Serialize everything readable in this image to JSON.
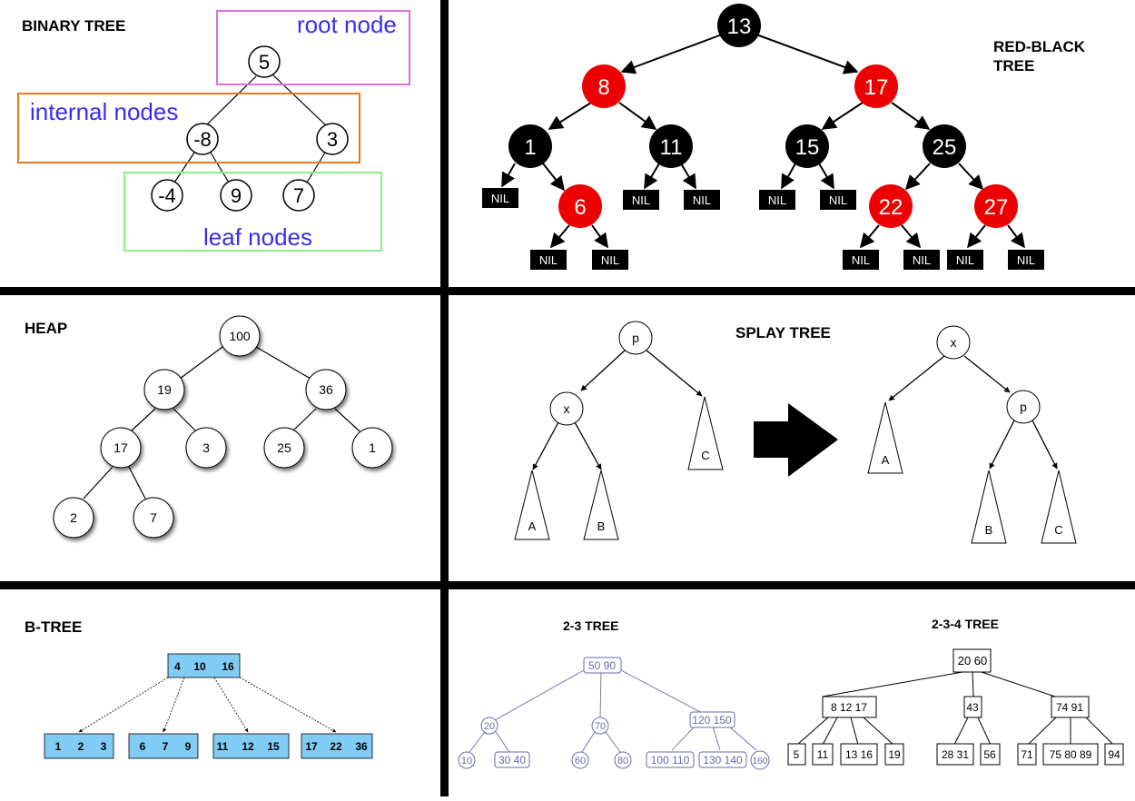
{
  "binary_tree": {
    "title": "BINARY TREE",
    "labels": {
      "root": "root node",
      "internal": "internal nodes",
      "leaf": "leaf nodes"
    },
    "nodes": [
      "5",
      "-8",
      "3",
      "-4",
      "9",
      "7"
    ],
    "colors": {
      "root_box": "#e070e0",
      "internal_box": "#e07a20",
      "leaf_box": "#88ee88",
      "label_text": "#3a2ee8"
    }
  },
  "red_black_tree": {
    "title_line1": "RED-BLACK",
    "title_line2": "TREE",
    "nodes": [
      "13",
      "8",
      "17",
      "1",
      "11",
      "15",
      "25",
      "6",
      "22",
      "27"
    ],
    "nil_label": "NIL",
    "colors": {
      "black": "#000000",
      "red": "#ee0000"
    }
  },
  "heap": {
    "title": "HEAP",
    "nodes": [
      "100",
      "19",
      "36",
      "17",
      "3",
      "25",
      "1",
      "2",
      "7"
    ]
  },
  "splay_tree": {
    "title": "SPLAY TREE",
    "before": {
      "nodes": [
        "p",
        "x"
      ],
      "subtrees": [
        "A",
        "B",
        "C"
      ]
    },
    "after": {
      "nodes": [
        "x",
        "p"
      ],
      "subtrees": [
        "A",
        "B",
        "C"
      ]
    }
  },
  "b_tree": {
    "title": "B-TREE",
    "root": [
      "4",
      "10",
      "16"
    ],
    "children": [
      [
        "1",
        "2",
        "3"
      ],
      [
        "6",
        "7",
        "9"
      ],
      [
        "11",
        "12",
        "15"
      ],
      [
        "17",
        "22",
        "36"
      ]
    ],
    "colors": {
      "fill": "#80ccf5"
    }
  },
  "two_three_tree": {
    "title": "2-3 TREE",
    "root": "50 90",
    "level1": [
      "20",
      "70",
      "120 150"
    ],
    "leaves": [
      "10",
      "30 40",
      "60",
      "80",
      "100 110",
      "130 140",
      "160"
    ],
    "colors": {
      "stroke": "#6a6aa8"
    }
  },
  "two_three_four_tree": {
    "title": "2-3-4 TREE",
    "root": "20 60",
    "level1": [
      "8 12 17",
      "43",
      "74 91"
    ],
    "leaves": [
      "5",
      "11",
      "13 16",
      "19",
      "28 31",
      "56",
      "71",
      "75 80 89",
      "94"
    ]
  }
}
